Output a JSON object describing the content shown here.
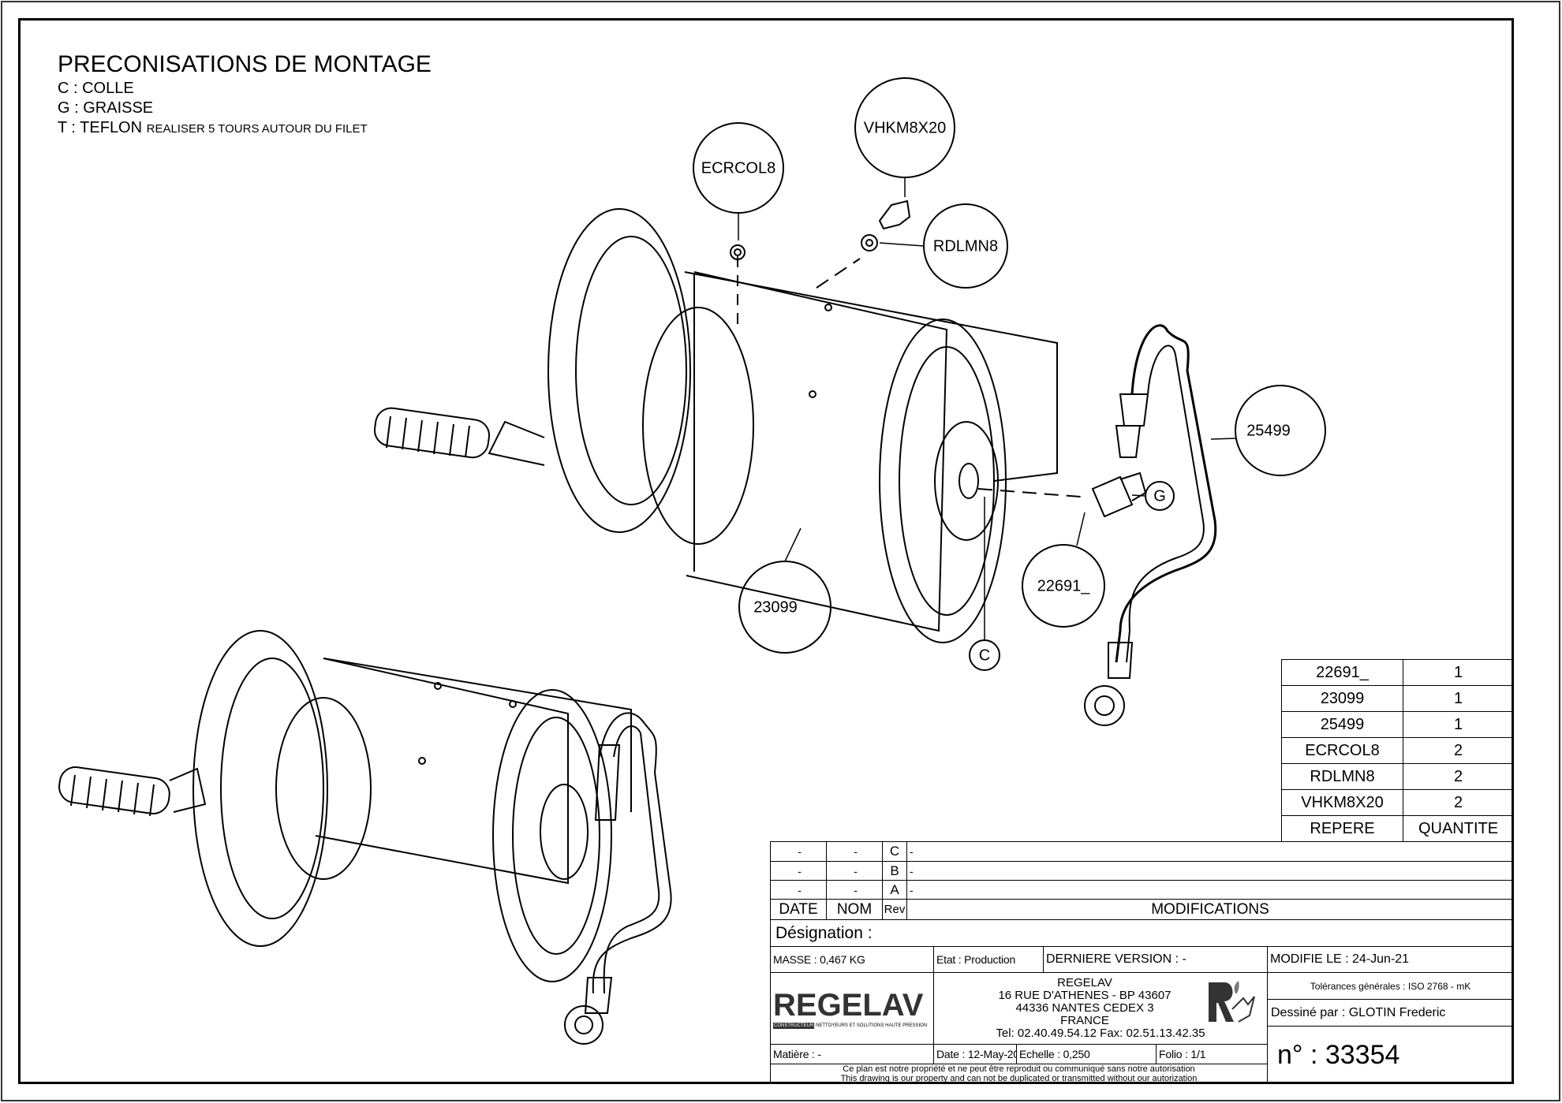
{
  "notes": {
    "title": "PRECONISATIONS DE MONTAGE",
    "c": "C : COLLE",
    "g": "G : GRAISSE",
    "t": "T : TEFLON",
    "t_detail": "REALISER 5 TOURS AUTOUR DU FILET"
  },
  "balloons": {
    "vhkm": "VHKM8X20",
    "ecrcol": "ECRCOL8",
    "rdlmn": "RDLMN8",
    "p25499": "25499",
    "g": "G",
    "p22691": "22691_",
    "p23099": "23099",
    "c": "C"
  },
  "parts": {
    "rows": [
      {
        "ref": "22691_",
        "qty": "1"
      },
      {
        "ref": "23099",
        "qty": "1"
      },
      {
        "ref": "25499",
        "qty": "1"
      },
      {
        "ref": "ECRCOL8",
        "qty": "2"
      },
      {
        "ref": "RDLMN8",
        "qty": "2"
      },
      {
        "ref": "VHKM8X20",
        "qty": "2"
      }
    ],
    "h_ref": "REPERE",
    "h_qty": "QUANTITE"
  },
  "revisions": [
    {
      "date": "-",
      "nom": "-",
      "rev": "C",
      "mod": "-"
    },
    {
      "date": "-",
      "nom": "-",
      "rev": "B",
      "mod": "-"
    },
    {
      "date": "-",
      "nom": "-",
      "rev": "A",
      "mod": "-"
    }
  ],
  "rev_header": {
    "date": "DATE",
    "nom": "NOM",
    "rev": "Rev",
    "mod": "MODIFICATIONS"
  },
  "title_block": {
    "designation": "Désignation :",
    "masse": "MASSE : 0,467 KG",
    "etat": "Etat : Production",
    "derniere": "DERNIERE VERSION : -",
    "modifie": "MODIFIE LE : 24-Jun-21",
    "logo": "REGELAV",
    "logo_tag1": "CONSTRUCTEUR",
    "logo_tag2": "NETTOYEURS ET SOLUTIONS HAUTE PRESSION",
    "company": "REGELAV",
    "addr1": "16 RUE D'ATHENES - BP 43607",
    "addr2": "44336 NANTES CEDEX 3",
    "country": "FRANCE",
    "phone": "Tel:   02.40.49.54.12   Fax:   02.51.13.42.35",
    "tolerances": "Tolérances générales : ISO 2768 - mK",
    "dessine": "Dessiné par : GLOTIN Frederic",
    "matiere": "Matière : -",
    "date": "Date : 12-May-20",
    "echelle": "Echelle : 0,250",
    "folio": "Folio : 1/1",
    "number": "n° : 33354",
    "footer1": "Ce plan est notre propriété et ne peut être reproduit ou communiqué sans notre autorisation",
    "footer2": "This drawing is our property and can not be duplicated or transmitted without our autorization"
  }
}
